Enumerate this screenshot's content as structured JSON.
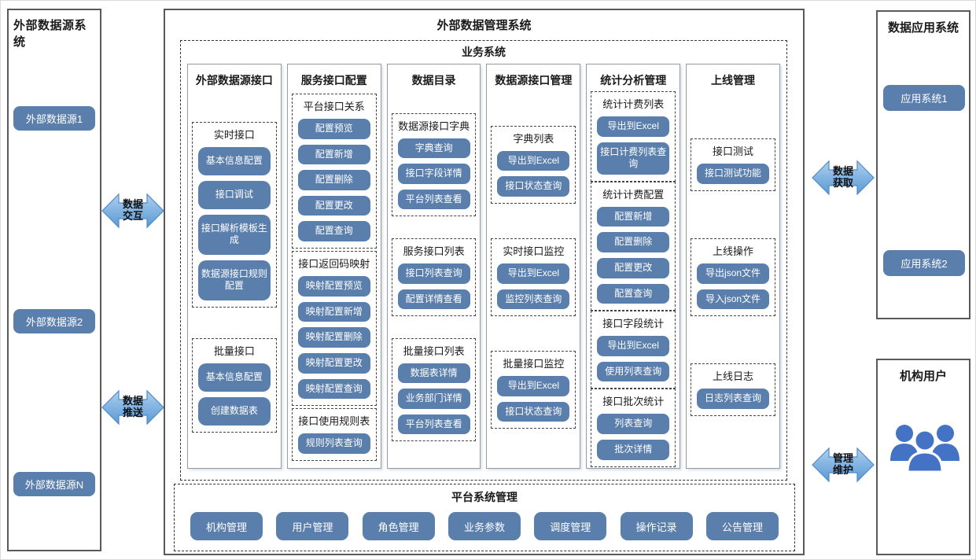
{
  "left_panel": {
    "title": "外部数据源系统",
    "sources": [
      "外部数据源1",
      "外部数据源2",
      "外部数据源N"
    ]
  },
  "arrows": {
    "interact": [
      "数据",
      "交互"
    ],
    "push": [
      "数据",
      "推送"
    ],
    "fetch": [
      "数据",
      "获取"
    ],
    "maintain": [
      "管理",
      "维护"
    ]
  },
  "center": {
    "title": "外部数据管理系统",
    "business": {
      "title": "业务系统",
      "columns": [
        {
          "title": "外部数据源接口",
          "groups": [
            {
              "title": "实时接口",
              "buttons": [
                "基本信息配置",
                "接口调试",
                "接口解析模板生成",
                "数据源接口规则配置"
              ]
            },
            {
              "title": "批量接口",
              "buttons": [
                "基本信息配置",
                "创建数据表"
              ]
            }
          ]
        },
        {
          "title": "服务接口配置",
          "groups": [
            {
              "title": "平台接口关系",
              "buttons": [
                "配置预览",
                "配置新增",
                "配置删除",
                "配置更改",
                "配置查询"
              ]
            },
            {
              "title": "接口返回码映射",
              "buttons": [
                "映射配置预览",
                "映射配置新增",
                "映射配置删除",
                "映射配置更改",
                "映射配置查询"
              ]
            },
            {
              "title": "接口使用规则表",
              "buttons": [
                "规则列表查询"
              ]
            }
          ]
        },
        {
          "title": "数据目录",
          "groups": [
            {
              "title": "数据源接口字典",
              "buttons": [
                "字典查询",
                "接口字段详情",
                "平台列表查看"
              ]
            },
            {
              "title": "服务接口列表",
              "buttons": [
                "接口列表查询",
                "配置详情查看"
              ]
            },
            {
              "title": "批量接口列表",
              "buttons": [
                "数据表详情",
                "业务部门详情",
                "平台列表查看"
              ]
            }
          ]
        },
        {
          "title": "数据源接口管理",
          "groups": [
            {
              "title": "字典列表",
              "buttons": [
                "导出到Excel",
                "接口状态查询"
              ]
            },
            {
              "title": "实时接口监控",
              "buttons": [
                "导出到Excel",
                "监控列表查询"
              ]
            },
            {
              "title": "批量接口监控",
              "buttons": [
                "导出到Excel",
                "接口状态查询"
              ]
            }
          ]
        },
        {
          "title": "统计分析管理",
          "groups": [
            {
              "title": "统计计费列表",
              "buttons": [
                "导出到Excel",
                "接口计费列表查询"
              ]
            },
            {
              "title": "统计计费配置",
              "buttons": [
                "配置新增",
                "配置删除",
                "配置更改",
                "配置查询"
              ]
            },
            {
              "title": "接口字段统计",
              "buttons": [
                "导出到Excel",
                "使用列表查询"
              ]
            },
            {
              "title": "接口批次统计",
              "buttons": [
                "列表查询",
                "批次详情"
              ]
            }
          ]
        },
        {
          "title": "上线管理",
          "groups": [
            {
              "title": "接口测试",
              "buttons": [
                "接口测试功能"
              ]
            },
            {
              "title": "上线操作",
              "buttons": [
                "导出json文件",
                "导入json文件"
              ]
            },
            {
              "title": "上线日志",
              "buttons": [
                "日志列表查询"
              ]
            }
          ]
        }
      ]
    },
    "platform": {
      "title": "平台系统管理",
      "buttons": [
        "机构管理",
        "用户管理",
        "角色管理",
        "业务参数",
        "调度管理",
        "操作记录",
        "公告管理"
      ]
    }
  },
  "right_apps": {
    "title": "数据应用系统",
    "systems": [
      "应用系统1",
      "应用系统2"
    ]
  },
  "right_users": {
    "title": "机构用户",
    "icon": "users-group-icon"
  },
  "colors": {
    "button": "#5b7fad",
    "arrow-fill-light": "#a9cbe9",
    "arrow-fill-dark": "#5b9bd5",
    "arrow-edge": "#4d8bc9",
    "people": "#4472c4"
  }
}
